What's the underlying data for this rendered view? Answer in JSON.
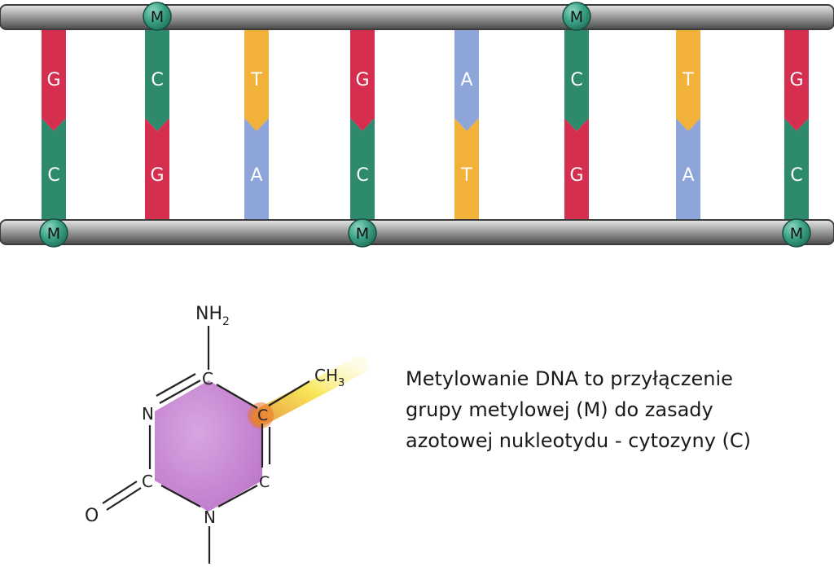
{
  "diagram": {
    "top_strand": {
      "methyl_label": "M",
      "methyl_positions": [
        1,
        5
      ]
    },
    "bottom_strand": {
      "methyl_label": "M",
      "methyl_positions": [
        0,
        3,
        7
      ]
    },
    "base_pairs": [
      {
        "top": "G",
        "bottom": "C"
      },
      {
        "top": "C",
        "bottom": "G"
      },
      {
        "top": "T",
        "bottom": "A"
      },
      {
        "top": "G",
        "bottom": "C"
      },
      {
        "top": "A",
        "bottom": "T"
      },
      {
        "top": "C",
        "bottom": "G"
      },
      {
        "top": "T",
        "bottom": "A"
      },
      {
        "top": "G",
        "bottom": "C"
      }
    ],
    "base_colors": {
      "G": "#d62e4e",
      "C": "#2d8a6c",
      "T": "#f2b23a",
      "A": "#8da5d8"
    },
    "methyl_color": "#3aa287",
    "strand_color": "#b5b5b5"
  },
  "molecule": {
    "amino_group": "NH",
    "amino_subscript": "2",
    "methyl_group": "CH",
    "methyl_subscript": "3",
    "atoms": {
      "c4": "C",
      "c5": "C",
      "c6": "C",
      "n1": "N",
      "c2": "C",
      "n3": "N",
      "oxygen": "O"
    },
    "ring_color": "#d79bdf",
    "highlight_color": "#f7e23a"
  },
  "caption": {
    "line1": "Metylowanie DNA to przyłączenie",
    "line2": "grupy metylowej (M) do  zasady",
    "line3": "azotowej nukleotydu - cytozyny (C)"
  }
}
